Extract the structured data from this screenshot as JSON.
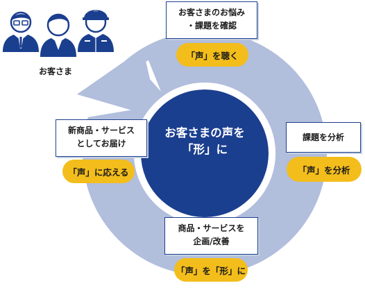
{
  "customers_label": "お客さま",
  "center": {
    "line1": "お客さまの声を",
    "line2": "「形」に"
  },
  "steps": [
    {
      "id": "listen",
      "box_line1": "お客さまのお悩み",
      "box_line2": "・課題を確認",
      "pill": "「声」を聴く"
    },
    {
      "id": "analyze",
      "box_line1": "課題を分析",
      "box_line2": "",
      "pill": "「声」を分析"
    },
    {
      "id": "plan",
      "box_line1": "商品・サービスを",
      "box_line2": "企画/改善",
      "pill": "「声」を「形」に"
    },
    {
      "id": "deliver",
      "box_line1": "新商品・サービス",
      "box_line2": "としてお届け",
      "pill": "「声」に応える"
    }
  ],
  "colors": {
    "ring": "#b1bedc",
    "core": "#1b3f8f",
    "pill": "#f3bd1b",
    "border": "#1b3f8f"
  },
  "icons": [
    "businessman-icon",
    "casual-person-icon",
    "worker-helmet-icon"
  ]
}
